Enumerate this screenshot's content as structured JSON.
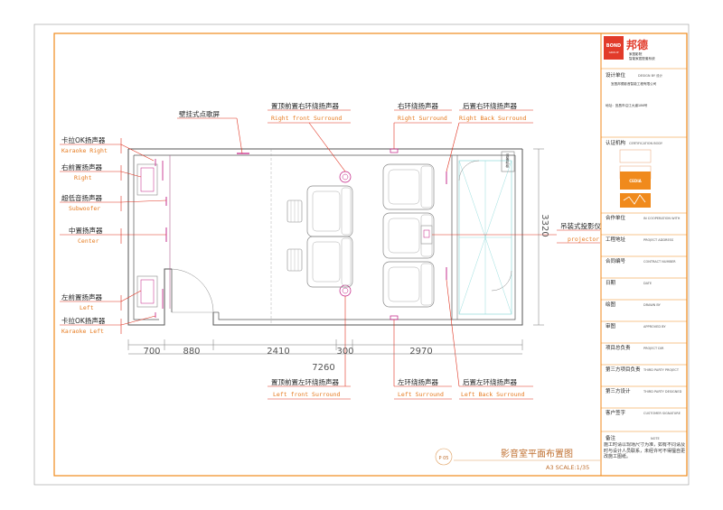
{
  "callouts": {
    "wall_screen": "壁挂式点歌屏",
    "front_right_surround_cn": "置顶前置右环绕扬声器",
    "front_right_surround_en": "Right front Surround",
    "right_surround_cn": "右环绕扬声器",
    "right_surround_en": "Right Surround",
    "back_right_surround_cn": "后置右环绕扬声器",
    "back_right_surround_en": "Right Back Surround",
    "karaoke_right_cn": "卡拉OK扬声器",
    "karaoke_right_en": "Karaoke Right",
    "right_front_cn": "右前置扬声器",
    "right_front_en": "Right",
    "subwoofer_cn": "超低音扬声器",
    "subwoofer_en": "Subwoofer",
    "center_cn": "中置扬声器",
    "center_en": "Center",
    "left_front_cn": "左前置扬声器",
    "left_front_en": "Left",
    "karaoke_left_cn": "卡拉OK扬声器",
    "karaoke_left_en": "Karaoke Left",
    "projector_cn": "吊装式投影仪",
    "projector_en": "projector",
    "front_left_surround_cn": "置顶前置左环绕扬声器",
    "front_left_surround_en": "Left front Surround",
    "left_surround_cn": "左环绕扬声器",
    "left_surround_en": "Left Surround",
    "back_left_surround_cn": "后置左环绕扬声器",
    "back_left_surround_en": "Left Back Surround",
    "equipment_rack": "设备机柜"
  },
  "dimensions": {
    "d1": "700",
    "d2": "880",
    "d3": "2410",
    "d4": "300",
    "d5": "2970",
    "total": "7260",
    "height": "3320"
  },
  "footer": {
    "page_code": "P 05",
    "drawing_title": "影音室平面布置图",
    "scale": "A3 SCALE:1/35"
  },
  "title_block": {
    "brand_cn": "邦德",
    "brand_en": "BOND",
    "brand_sub": "GROUP",
    "tagline1": "家庭影院",
    "tagline2": "智能家居配套系统",
    "design_unit_label": "设计单位",
    "design_unit_en": "DESIGN BY 设计",
    "company_cn": "宜昌邦德影音智能工程有限公司",
    "address_label": "地址：宜昌市沿江大道186号",
    "certification_label": "认证机构",
    "certification_en": "CERTIFICATION BODY",
    "cedia": "CEDIA",
    "rows": [
      {
        "cn": "合作单位",
        "en": "IN COOPERATION WITH"
      },
      {
        "cn": "工程地址",
        "en": "PROJECT ADDRESS"
      },
      {
        "cn": "合同编号",
        "en": "CONTRACT NUMBER"
      },
      {
        "cn": "日期",
        "en": "DATE"
      },
      {
        "cn": "绘图",
        "en": "DRAWN BY"
      },
      {
        "cn": "审图",
        "en": "APPROVED BY"
      },
      {
        "cn": "项目总负责",
        "en": "PROJECT DIR"
      },
      {
        "cn": "第三方项目负责",
        "en": "THIRD PARTY PROJECT"
      },
      {
        "cn": "第三方设计",
        "en": "THIRD PARTY DESIGNED"
      },
      {
        "cn": "客户签字",
        "en": "CUSTOMER SIGNATURE"
      }
    ],
    "notes_label": "备注",
    "notes_en": "NOTE",
    "notes_text": "施工时请以现场尺寸为准，如有不同请及时与设计人员联系，未经许可不得擅自更改施工图纸。"
  },
  "colors": {
    "frame": "#f08a1c",
    "callout_line": "#e0301e",
    "wall": "#555555",
    "furniture": "#888888",
    "accent": "#c01880",
    "cyan": "#7fd6d6"
  }
}
